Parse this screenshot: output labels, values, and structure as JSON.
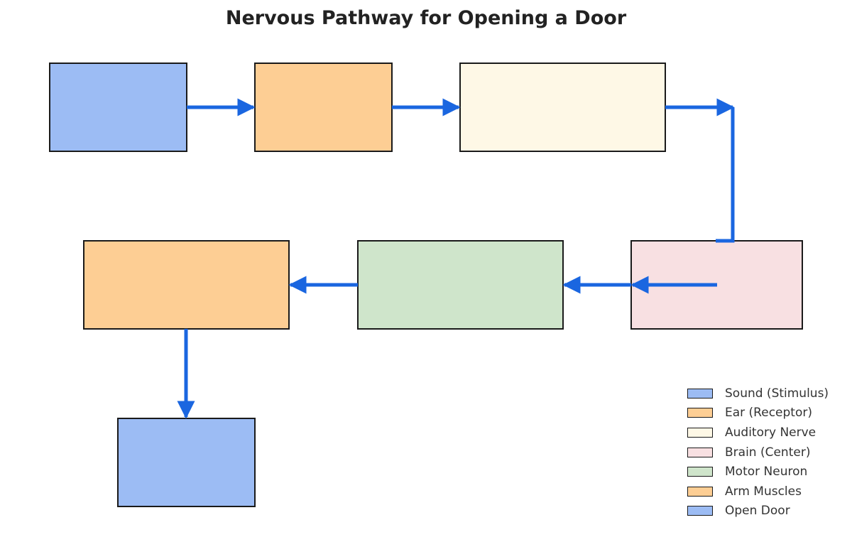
{
  "title": "Nervous Pathway for Opening a Door",
  "colors": {
    "arrow": "#1a66e0",
    "border": "#1a1a1a"
  },
  "nodes": [
    {
      "id": "sound",
      "color": "#9cbcf4"
    },
    {
      "id": "ear",
      "color": "#fdce94"
    },
    {
      "id": "auditory-nerve",
      "color": "#fef8e6"
    },
    {
      "id": "brain",
      "color": "#f8e0e2"
    },
    {
      "id": "motor-neuron",
      "color": "#cfe5cb"
    },
    {
      "id": "arm-muscles",
      "color": "#fdce94"
    },
    {
      "id": "open-door",
      "color": "#9cbcf4"
    }
  ],
  "legend": [
    {
      "label": "Sound (Stimulus)",
      "color": "#9cbcf4"
    },
    {
      "label": "Ear (Receptor)",
      "color": "#fdce94"
    },
    {
      "label": "Auditory Nerve",
      "color": "#fef8e6"
    },
    {
      "label": "Brain (Center)",
      "color": "#f8e0e2"
    },
    {
      "label": "Motor Neuron",
      "color": "#cfe5cb"
    },
    {
      "label": "Arm Muscles",
      "color": "#fdce94"
    },
    {
      "label": "Open Door",
      "color": "#9cbcf4"
    }
  ]
}
